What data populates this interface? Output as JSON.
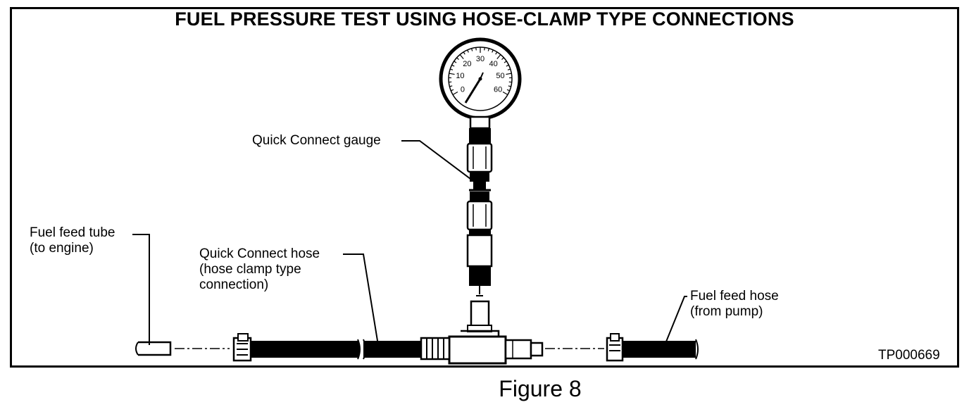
{
  "title": "FUEL PRESSURE TEST USING HOSE-CLAMP TYPE CONNECTIONS",
  "caption": "Figure 8",
  "code": "TP000669",
  "gauge": {
    "scale": [
      "0",
      "10",
      "20",
      "30",
      "40",
      "50",
      "60"
    ]
  },
  "labels": {
    "quick_connect_gauge": "Quick Connect gauge",
    "fuel_feed_tube": [
      "Fuel feed tube",
      "(to engine)"
    ],
    "quick_connect_hose": [
      "Quick Connect hose",
      "(hose clamp type",
      "connection)"
    ],
    "fuel_feed_hose": [
      "Fuel feed hose",
      "(from pump)"
    ]
  }
}
